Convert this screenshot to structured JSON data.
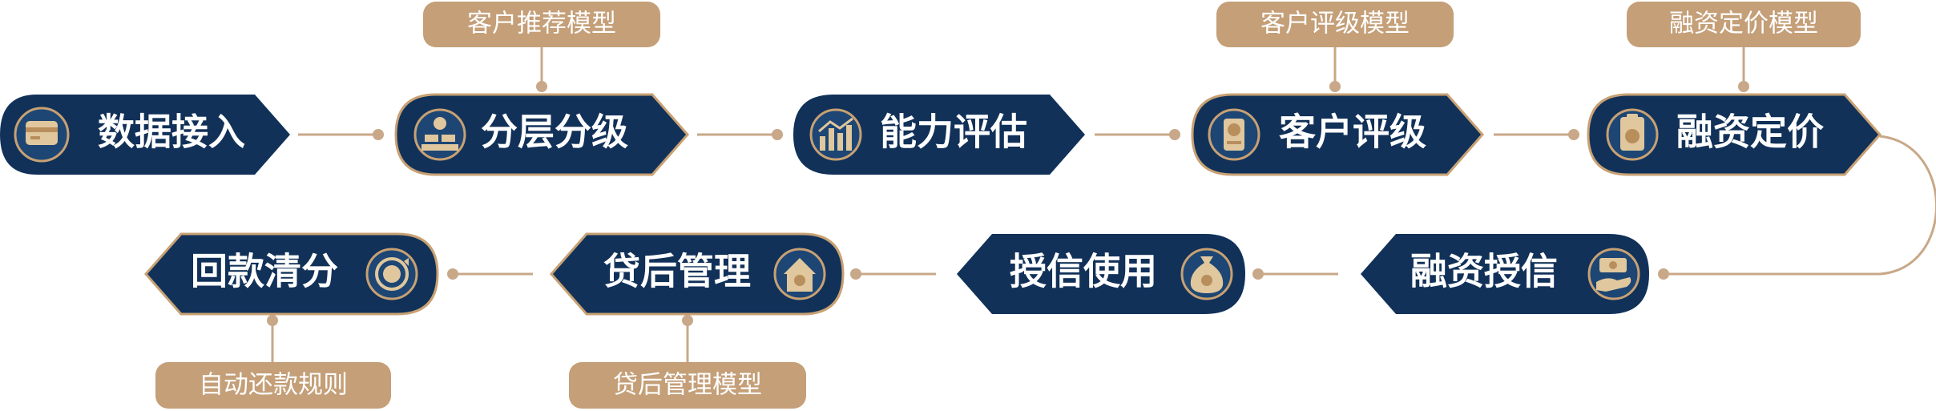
{
  "colors": {
    "navy": "#113159",
    "gold": "#c8a173",
    "tag_fill": "#c49f78",
    "connector": "#c8a888",
    "icon_gold": "#e0c79d"
  },
  "nodes": [
    {
      "label": "数据接入",
      "icon": "card-icon"
    },
    {
      "label": "分层分级",
      "icon": "gold-bars-icon"
    },
    {
      "label": "能力评估",
      "icon": "bar-chart-icon"
    },
    {
      "label": "客户评级",
      "icon": "badge-icon"
    },
    {
      "label": "融资定价",
      "icon": "price-tag-icon"
    },
    {
      "label": "融资授信",
      "icon": "hand-money-icon"
    },
    {
      "label": "授信使用",
      "icon": "money-bag-icon"
    },
    {
      "label": "贷后管理",
      "icon": "house-icon"
    },
    {
      "label": "回款清分",
      "icon": "cycle-coin-icon"
    }
  ],
  "tags": [
    {
      "label": "客户推荐模型"
    },
    {
      "label": "客户评级模型"
    },
    {
      "label": "融资定价模型"
    },
    {
      "label": "自动还款规则"
    },
    {
      "label": "贷后管理模型"
    }
  ]
}
